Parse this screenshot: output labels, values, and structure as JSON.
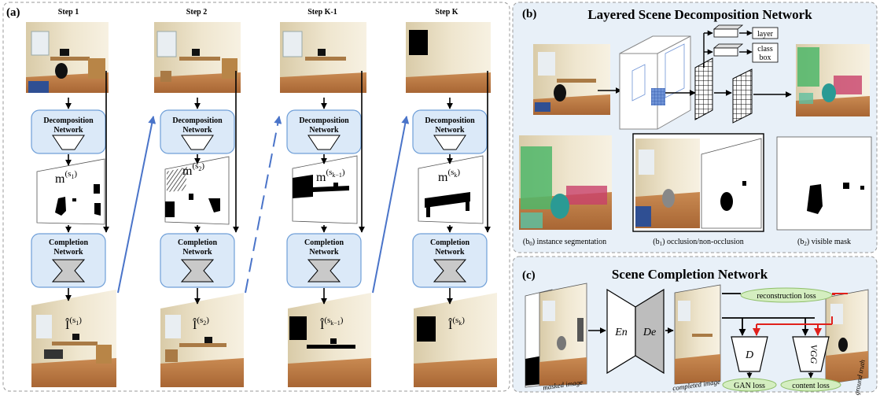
{
  "panel_a": {
    "label": "(a)",
    "steps": [
      "Step 1",
      "Step 2",
      "Step K-1",
      "Step K"
    ],
    "decomposition_label": [
      "Decomposition",
      "Network"
    ],
    "completion_label": [
      "Completion",
      "Network"
    ],
    "mask_labels": [
      {
        "base": "m",
        "sub": "s",
        "subsub": "1"
      },
      {
        "base": "m",
        "sub": "s",
        "subsub": "2"
      },
      {
        "base": "m",
        "sub": "s",
        "subsub": "k−1"
      },
      {
        "base": "m",
        "sub": "s",
        "subsub": "k"
      }
    ],
    "output_labels": [
      {
        "base": "Î",
        "sub": "s",
        "subsub": "1"
      },
      {
        "base": "Î",
        "sub": "s",
        "subsub": "2"
      },
      {
        "base": "Î",
        "sub": "s",
        "subsub": "k−1"
      },
      {
        "base": "Î",
        "sub": "s",
        "subsub": "k"
      }
    ]
  },
  "panel_b": {
    "label": "(b)",
    "title": "Layered Scene Decomposition Network",
    "out_layer": "layer",
    "out_class": "class",
    "out_box": "box",
    "captions": [
      {
        "pre": "(b",
        "sub": "0",
        "post": ") instance segmentation"
      },
      {
        "pre": "(b",
        "sub": "1",
        "post": ") occlusion/non-occlusion"
      },
      {
        "pre": "(b",
        "sub": "2",
        "post": ") visible mask"
      }
    ]
  },
  "panel_c": {
    "label": "(c)",
    "title": "Scene Completion Network",
    "encoder": "En",
    "decoder": "De",
    "masked_image": "masked image",
    "completed_image": "completed image",
    "ground_truth": "ground truth",
    "reconstruction_loss": "reconstruction loss",
    "discriminator": "D",
    "vgg": "VGG",
    "gan_loss": "GAN loss",
    "content_loss": "content loss"
  },
  "colors": {
    "panel_bg": "#e8f0f8",
    "panel_border": "#9a9a9a",
    "network_box": "#dbe9f8",
    "network_border": "#6f9fd8",
    "blue_arrow": "#4a74c9",
    "red_arrow": "#e0201b",
    "loss_fill": "#d4eec0",
    "loss_border": "#8fbf6a"
  }
}
